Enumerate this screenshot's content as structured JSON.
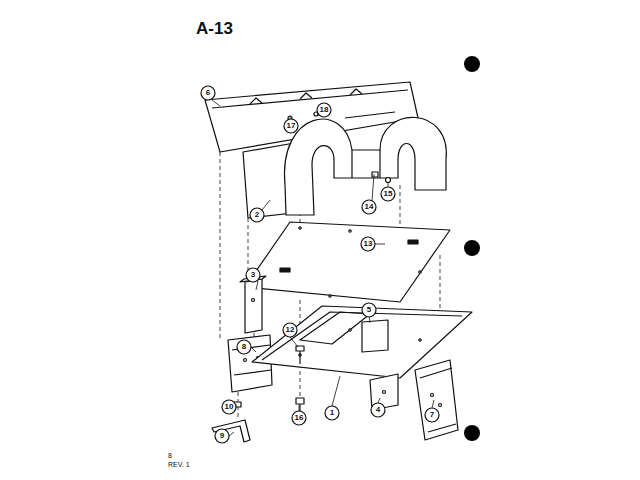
{
  "diagram": {
    "title": "A-13",
    "labels": [
      "6",
      "17",
      "18",
      "2",
      "14",
      "15",
      "13",
      "3",
      "12",
      "5",
      "8",
      "1",
      "10",
      "16",
      "9",
      "4",
      "7",
      "8",
      "REV. 1"
    ]
  }
}
